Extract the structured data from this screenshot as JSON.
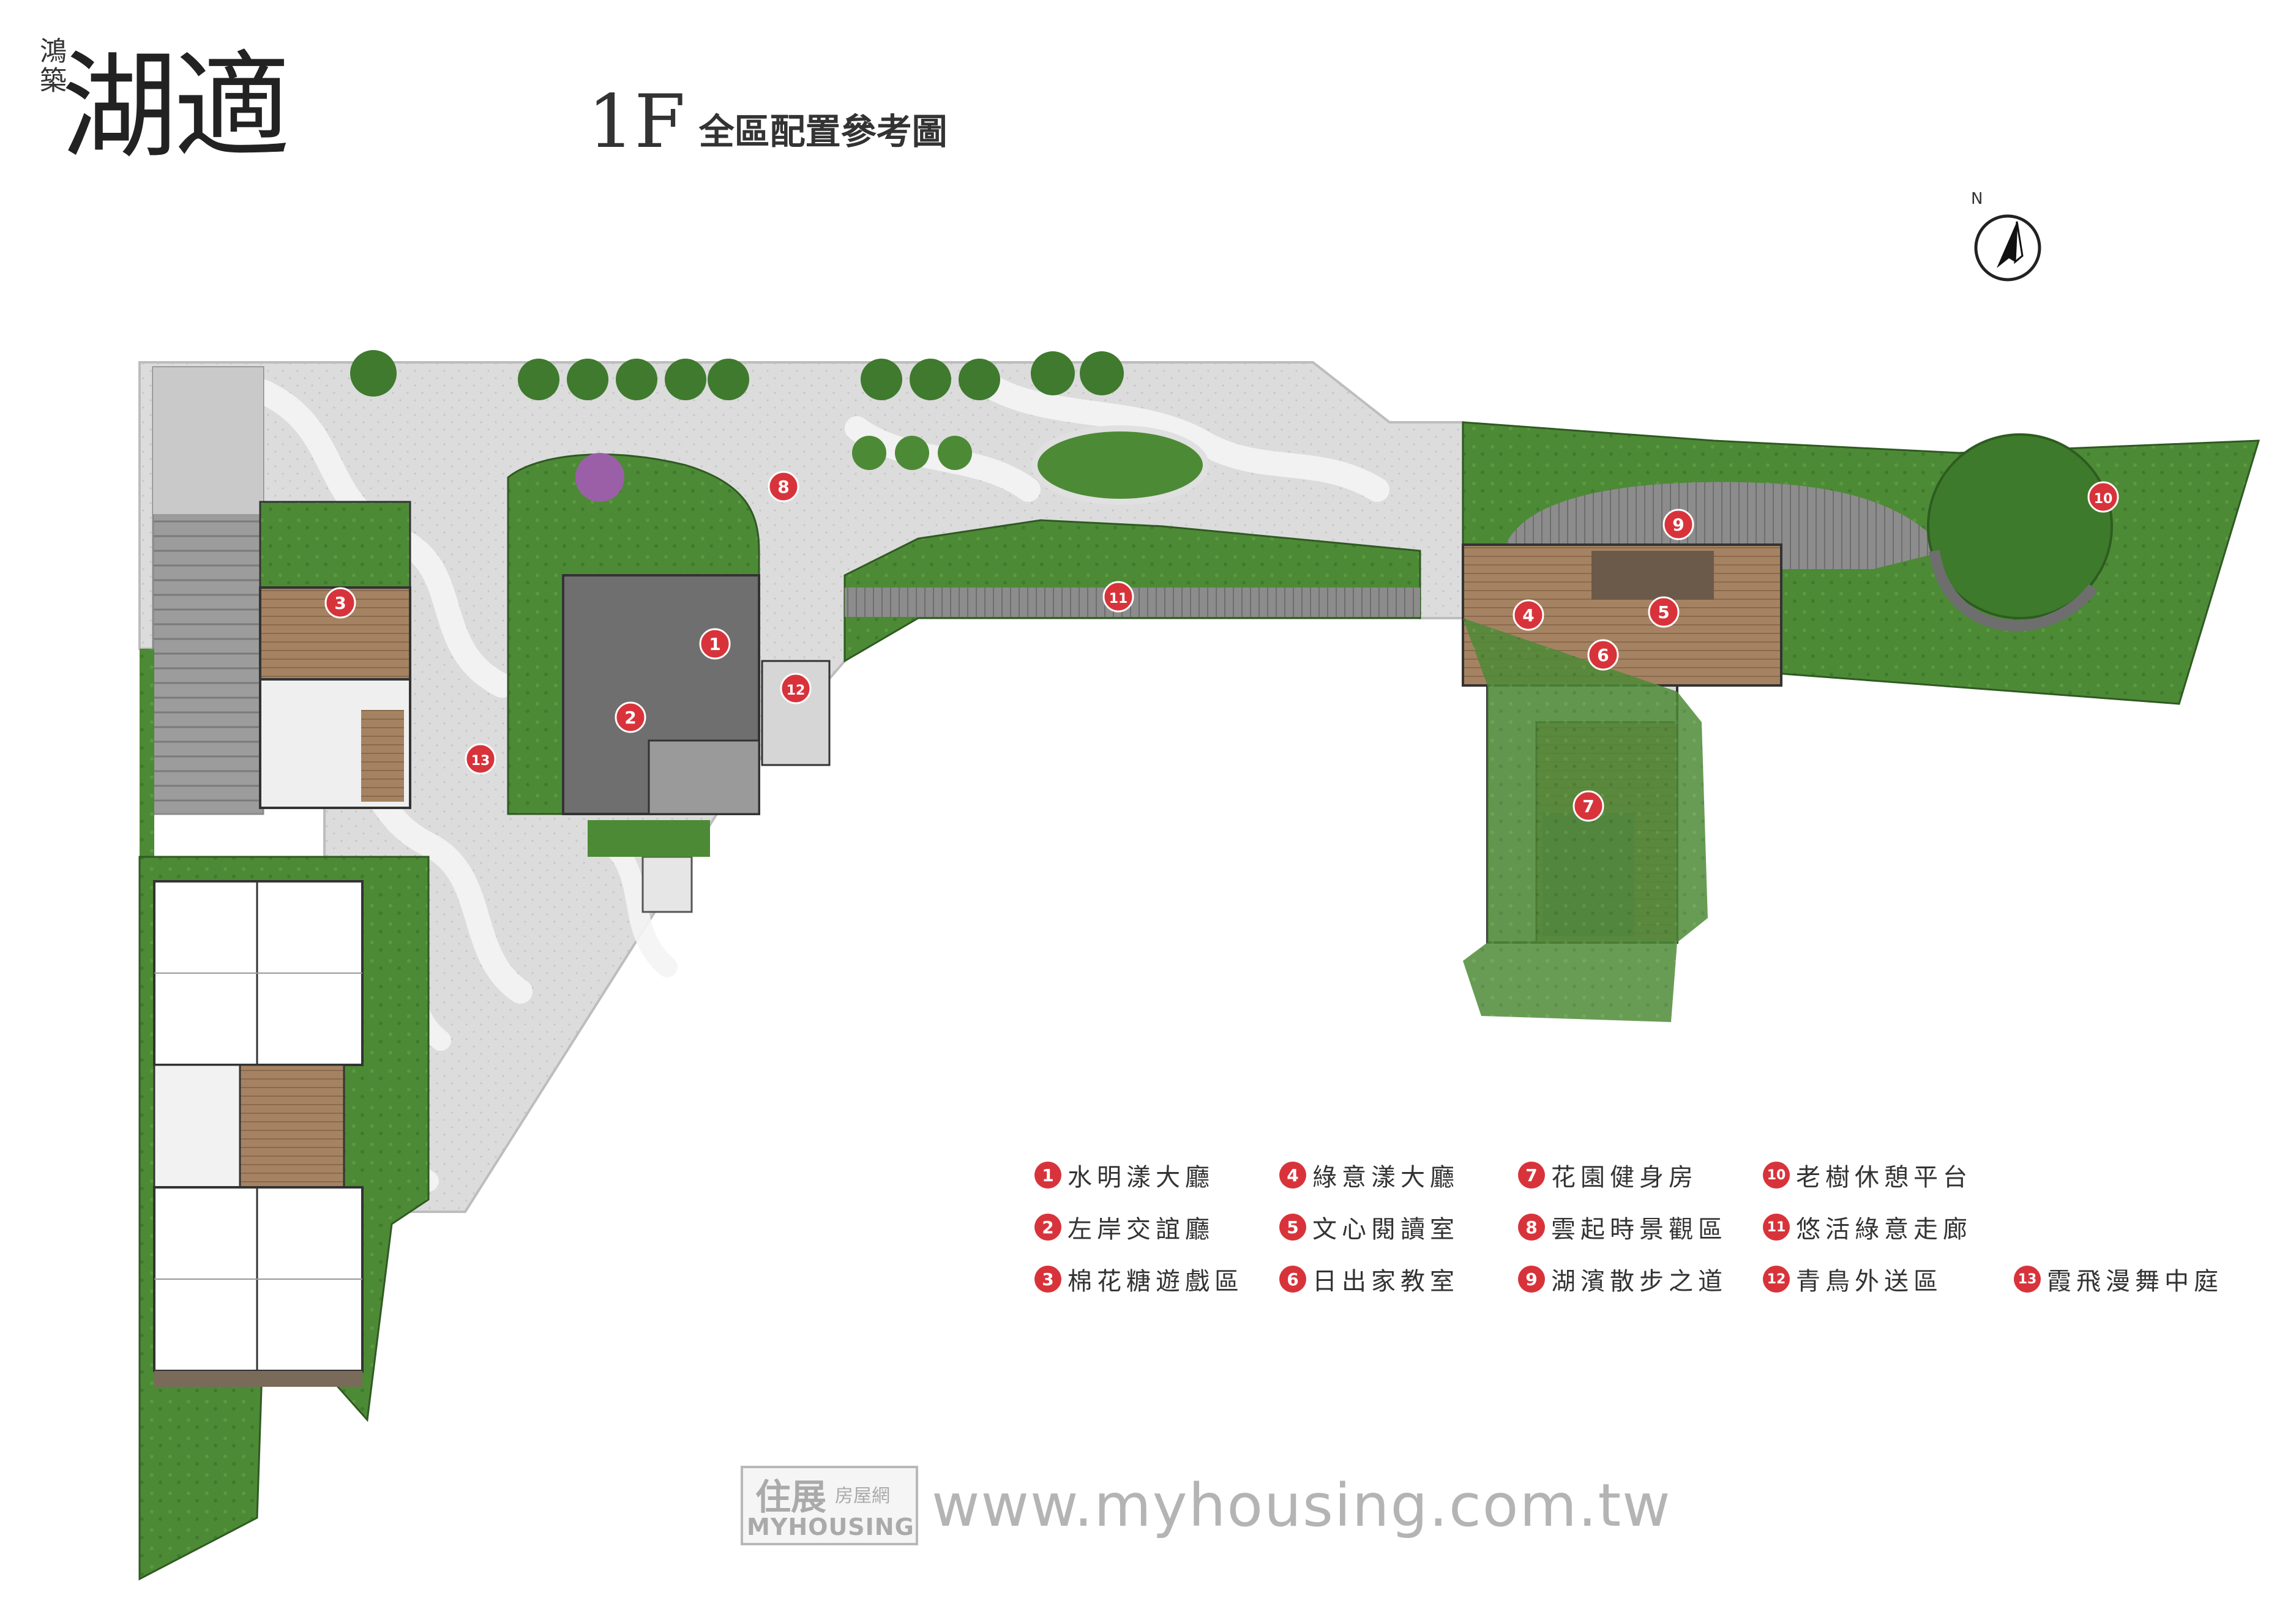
{
  "brand": {
    "small": "鴻築",
    "big": "湖適"
  },
  "header": {
    "floor": "1F",
    "subtitle": "全區配置參考圖"
  },
  "compass": {
    "label": "N"
  },
  "legend": [
    {
      "num": "1",
      "label": "水明漾大廳"
    },
    {
      "num": "2",
      "label": "左岸交誼廳"
    },
    {
      "num": "3",
      "label": "棉花糖遊戲區"
    },
    {
      "num": "4",
      "label": "綠意漾大廳"
    },
    {
      "num": "5",
      "label": "文心閱讀室"
    },
    {
      "num": "6",
      "label": "日出家教室"
    },
    {
      "num": "7",
      "label": "花園健身房"
    },
    {
      "num": "8",
      "label": "雲起時景觀區"
    },
    {
      "num": "9",
      "label": "湖濱散步之道"
    },
    {
      "num": "10",
      "label": "老樹休憩平台"
    },
    {
      "num": "11",
      "label": "悠活綠意走廊"
    },
    {
      "num": "12",
      "label": "青鳥外送區"
    },
    {
      "num": "13",
      "label": "霞飛漫舞中庭"
    }
  ],
  "markers": [
    "1",
    "2",
    "3",
    "4",
    "5",
    "6",
    "7",
    "8",
    "9",
    "10",
    "11",
    "12",
    "13"
  ],
  "watermark": {
    "logo_cn": "住展",
    "logo_cn2": "房屋網",
    "logo_en": "MYHOUSING",
    "url": "www.myhousing.com.tw"
  },
  "colors": {
    "marker": "#d8333b",
    "green": "#3f7a2e",
    "plaza": "#d9d9d9",
    "floor_wood": "#a07e5c",
    "floor_gray": "#6f6f6f"
  }
}
